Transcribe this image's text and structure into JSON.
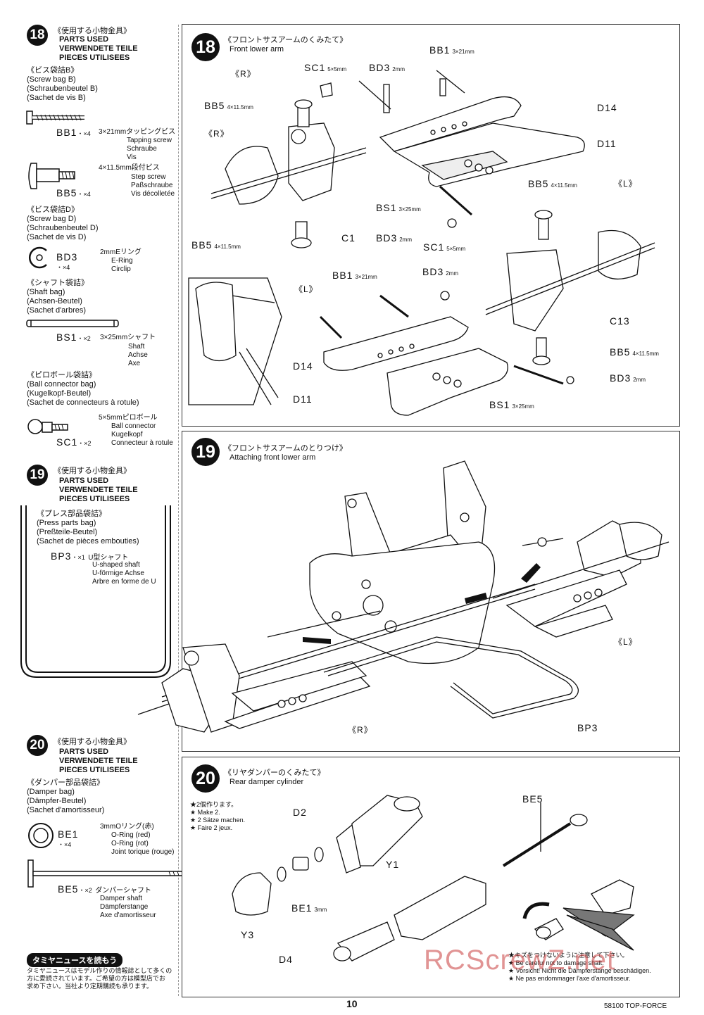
{
  "page_number": "10",
  "footer_model": "58100 TOP-FORCE",
  "watermark": "RCScrewZ.net",
  "left_col": {
    "s18": {
      "num": "18",
      "jp": "《使用する小物金具》",
      "en1": "PARTS USED",
      "en2": "VERWENDETE TEILE",
      "en3": "PIECES UTILISEES",
      "bagB": {
        "jp": "《ビス袋詰B》",
        "l1": "(Screw bag B)",
        "l2": "(Schraubenbeutel B)",
        "l3": "(Sachet de vis B)"
      },
      "bb1": {
        "code": "BB1",
        "qty": "・×4",
        "jp": "3×21mmタッピングビス",
        "l1": "Tapping screw",
        "l2": "Schraube",
        "l3": "Vis"
      },
      "bb5": {
        "code": "BB5",
        "qty": "・×4",
        "jp": "4×11.5mm段付ビス",
        "l1": "Step screw",
        "l2": "Paßschraube",
        "l3": "Vis décolletée"
      },
      "bagD": {
        "jp": "《ビス袋詰D》",
        "l1": "(Screw bag D)",
        "l2": "(Schraubenbeutel D)",
        "l3": "(Sachet de vis D)"
      },
      "bd3": {
        "code": "BD3",
        "qty": "・×4",
        "jp": "2mmEリング",
        "l1": "E-Ring",
        "l2": "Circlip"
      },
      "bagS": {
        "jp": "《シャフト袋詰》",
        "l1": "(Shaft bag)",
        "l2": "(Achsen-Beutel)",
        "l3": "(Sachet d'arbres)"
      },
      "bs1": {
        "code": "BS1",
        "qty": "・×2",
        "jp": "3×25mmシャフト",
        "l1": "Shaft",
        "l2": "Achse",
        "l3": "Axe"
      },
      "bagC": {
        "jp": "《ピロボール袋詰》",
        "l1": "(Ball connector bag)",
        "l2": "(Kugelkopf-Beutel)",
        "l3": "(Sachet de connecteurs à rotule)"
      },
      "sc1": {
        "code": "SC1",
        "qty": "・×2",
        "jp": "5×5mmピロボール",
        "l1": "Ball connector",
        "l2": "Kugelkopf",
        "l3": "Connecteur à rotule"
      }
    },
    "s19": {
      "num": "19",
      "jp": "《使用する小物金具》",
      "en1": "PARTS USED",
      "en2": "VERWENDETE TEILE",
      "en3": "PIECES UTILISEES",
      "bag": {
        "jp": "《プレス部品袋詰》",
        "l1": "(Press parts bag)",
        "l2": "(Preßteile-Beutel)",
        "l3": "(Sachet de pièces embouties)"
      },
      "bp3": {
        "code": "BP3",
        "qty": "・×1",
        "jp": "U型シャフト",
        "l1": "U-shaped shaft",
        "l2": "U-förmige Achse",
        "l3": "Arbre en forme de U"
      }
    },
    "s20": {
      "num": "20",
      "jp": "《使用する小物金具》",
      "en1": "PARTS USED",
      "en2": "VERWENDETE TEILE",
      "en3": "PIECES UTILISEES",
      "bag": {
        "jp": "《ダンパー部品袋詰》",
        "l1": "(Damper bag)",
        "l2": "(Dämpfer-Beutel)",
        "l3": "(Sachet d'amortisseur)"
      },
      "be1": {
        "code": "BE1",
        "qty": "・×4",
        "jp": "3mmOリング(赤)",
        "l1": "O-Ring (red)",
        "l2": "O-Ring (rot)",
        "l3": "Joint torique (rouge)"
      },
      "be5": {
        "code": "BE5",
        "qty": "・×2",
        "jp": "ダンパーシャフト",
        "l1": "Damper shaft",
        "l2": "Dämpferstange",
        "l3": "Axe d'amortisseur"
      }
    },
    "news": {
      "title": "タミヤニュースを読もう",
      "l1": "タミヤニュースはモデル作りの情報誌として多くの",
      "l2": "方に愛読されています。ご希望の方は模型店でお",
      "l3": "求め下さい。当社より定期購読も承ります。"
    }
  },
  "panel18": {
    "num": "18",
    "jp": "《フロントサスアームのくみたて》",
    "en": "Front lower arm",
    "labels": {
      "R1": "《R》",
      "R2": "《R》",
      "L1": "《L》",
      "L2": "《L》",
      "SC1a": "SC1",
      "SC1a_sz": "5×5mm",
      "BD3a": "BD3",
      "BD3a_sz": "2mm",
      "BB1a": "BB1",
      "BB1a_sz": "3×21mm",
      "BB5a": "BB5",
      "BB5a_sz": "4×11.5mm",
      "D14a": "D14",
      "D11a": "D11",
      "BB5b": "BB5",
      "BB5b_sz": "4×11.5mm",
      "BS1a": "BS1",
      "BS1a_sz": "3×25mm",
      "C1": "C1",
      "BD3b": "BD3",
      "BD3b_sz": "2mm",
      "SC1b": "SC1",
      "SC1b_sz": "5×5mm",
      "BB5c": "BB5",
      "BB5c_sz": "4×11.5mm",
      "BB1b": "BB1",
      "BB1b_sz": "3×21mm",
      "BD3c": "BD3",
      "BD3c_sz": "2mm",
      "C13": "C13",
      "BB5d": "BB5",
      "BB5d_sz": "4×11.5mm",
      "D14b": "D14",
      "D11b": "D11",
      "BD3d": "BD3",
      "BD3d_sz": "2mm",
      "BS1b": "BS1",
      "BS1b_sz": "3×25mm"
    }
  },
  "panel19": {
    "num": "19",
    "jp": "《フロントサスアームのとりつけ》",
    "en": "Attaching front lower arm",
    "labels": {
      "L": "《L》",
      "R": "《R》",
      "BP3": "BP3"
    }
  },
  "panel20": {
    "num": "20",
    "jp": "《リヤダンパーのくみたて》",
    "en": "Rear damper cylinder",
    "note_jp": "★2個作ります。",
    "note1": "★ Make 2.",
    "note2": "★ 2 Sätze machen.",
    "note3": "★ Faire 2 jeux.",
    "labels": {
      "D2": "D2",
      "BE5": "BE5",
      "Y1": "Y1",
      "BE1": "BE1",
      "BE1_sz": "3mm",
      "Y3": "Y3",
      "D4": "D4"
    },
    "caution_jp": "★キズをつけないように注意して下さい。",
    "caution1": "★ Be careful not to damage shaft.",
    "caution2": "★ Vorsicht! Nicht die Dämpferstange beschädigen.",
    "caution3": "★ Ne pas endommager l'axe d'amortisseur."
  }
}
